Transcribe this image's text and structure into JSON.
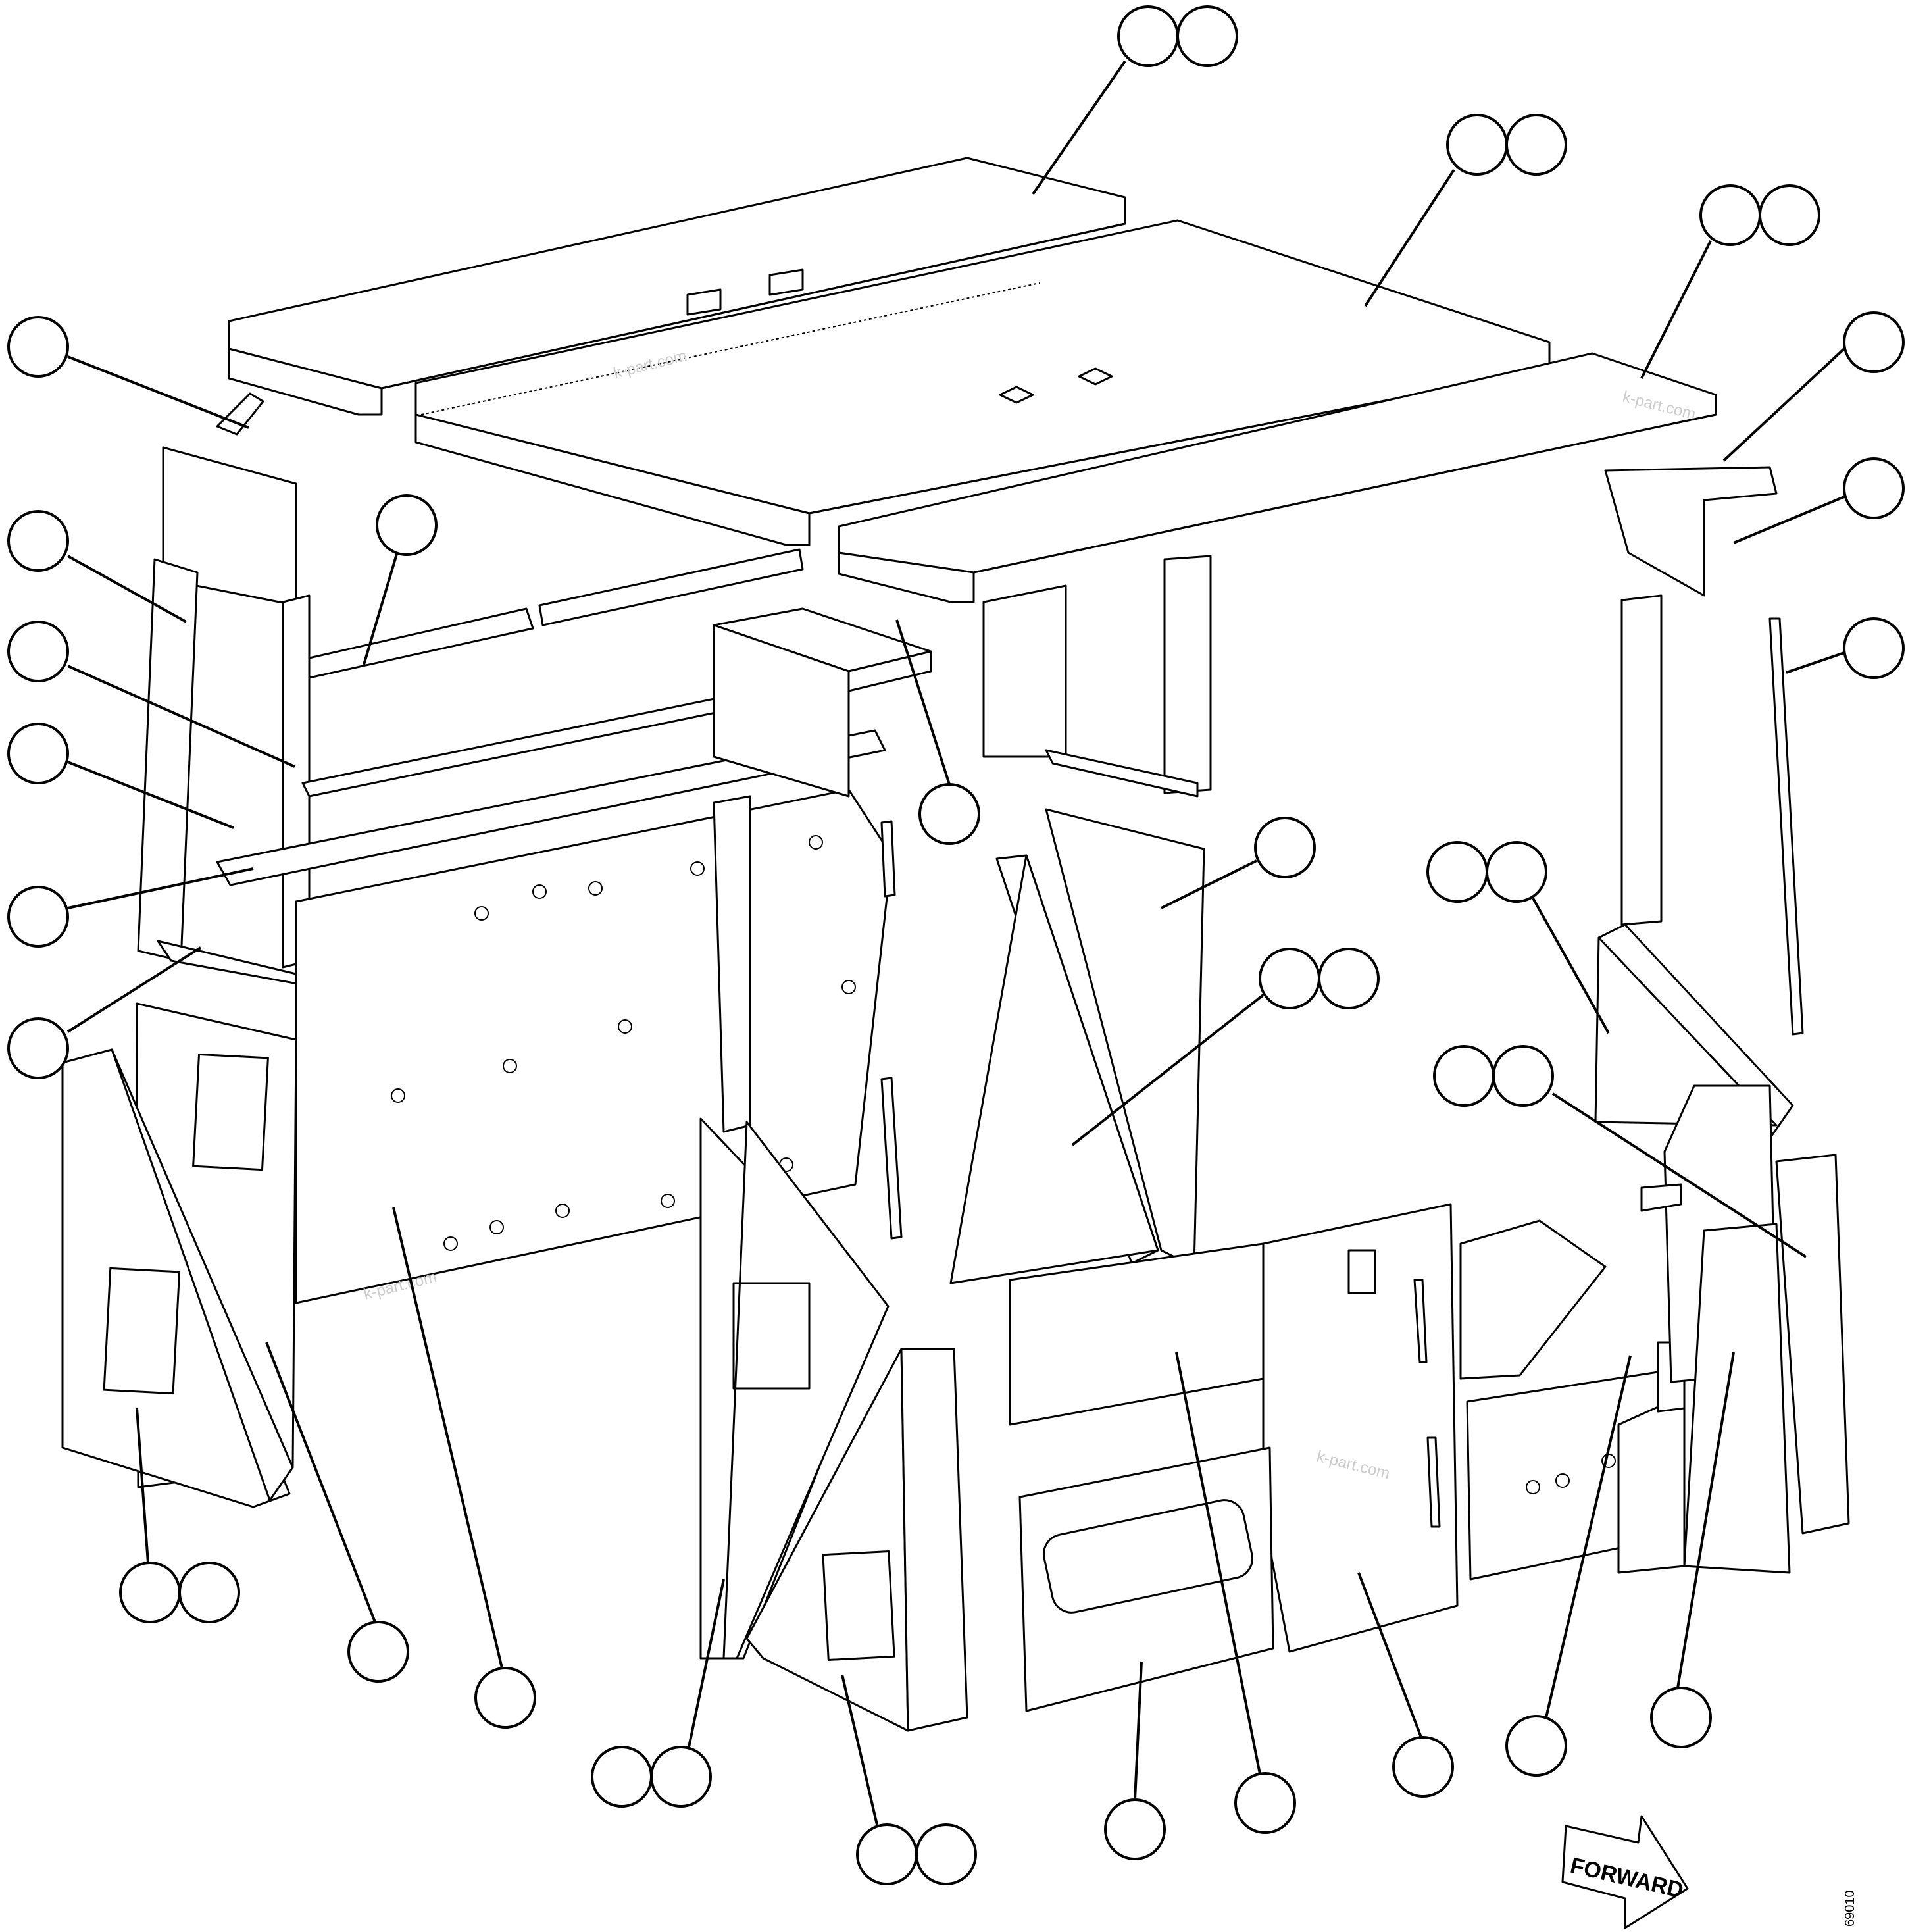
{
  "watermark_text": "k-part.com",
  "forward_label": "FORWARD",
  "drawing_code": "69010",
  "callouts": [
    {
      "id": "c01",
      "count": 2
    },
    {
      "id": "c02",
      "count": 2
    },
    {
      "id": "c03",
      "count": 2
    },
    {
      "id": "c04",
      "count": 1
    },
    {
      "id": "c05",
      "count": 1
    },
    {
      "id": "c06",
      "count": 1
    },
    {
      "id": "c07",
      "count": 1
    },
    {
      "id": "c08",
      "count": 1
    },
    {
      "id": "c09",
      "count": 1
    },
    {
      "id": "c10",
      "count": 1
    },
    {
      "id": "c11",
      "count": 1
    },
    {
      "id": "c12",
      "count": 1
    },
    {
      "id": "c13",
      "count": 1
    },
    {
      "id": "c14",
      "count": 1
    },
    {
      "id": "c15",
      "count": 1
    },
    {
      "id": "c16",
      "count": 2
    },
    {
      "id": "c17",
      "count": 2
    },
    {
      "id": "c18",
      "count": 2
    },
    {
      "id": "c19",
      "count": 2
    },
    {
      "id": "c20",
      "count": 1
    },
    {
      "id": "c21",
      "count": 1
    },
    {
      "id": "c22",
      "count": 2
    },
    {
      "id": "c23",
      "count": 2
    },
    {
      "id": "c24",
      "count": 1
    },
    {
      "id": "c25",
      "count": 1
    },
    {
      "id": "c26",
      "count": 1
    },
    {
      "id": "c27",
      "count": 1
    },
    {
      "id": "c28",
      "count": 1
    }
  ]
}
